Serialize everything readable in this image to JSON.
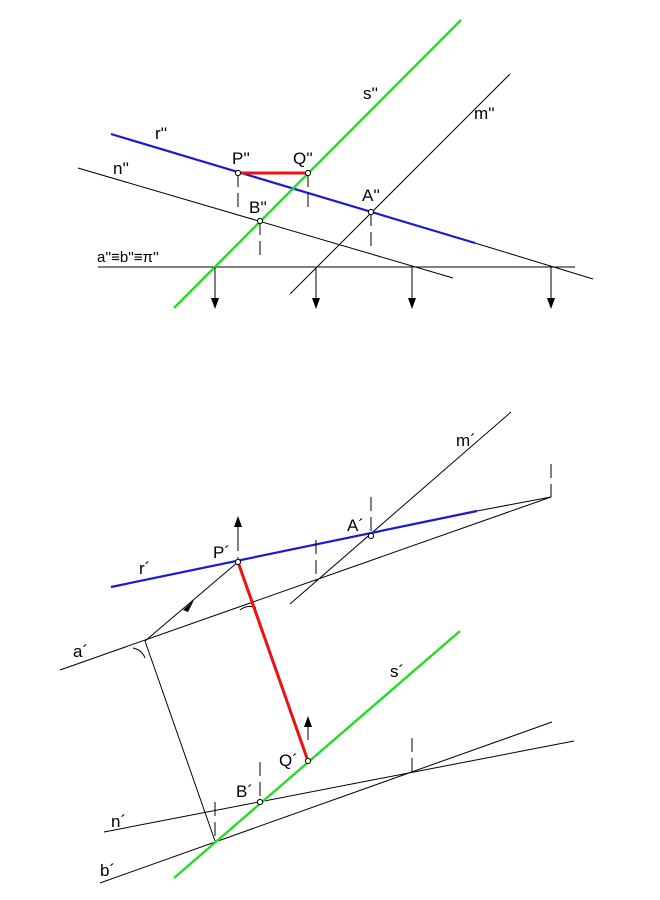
{
  "colors": {
    "line_r": "#1a1ad6",
    "line_s": "#22dd22",
    "segment_PQ": "#ee1111",
    "construction": "#000000"
  },
  "top_view": {
    "label_s": "s''",
    "label_m": "m''",
    "label_r": "r''",
    "label_n": "n''",
    "label_P": "P''",
    "label_Q": "Q''",
    "label_A": "A''",
    "label_B": "B''",
    "label_plane": "a''≡b''≡π''"
  },
  "bottom_view": {
    "label_m": "m´",
    "label_r": "r´",
    "label_P": "P´",
    "label_A": "A´",
    "label_a": "a´",
    "label_s": "s´",
    "label_Q": "Q´",
    "label_B": "B´",
    "label_n": "n´",
    "label_b": "b´"
  }
}
